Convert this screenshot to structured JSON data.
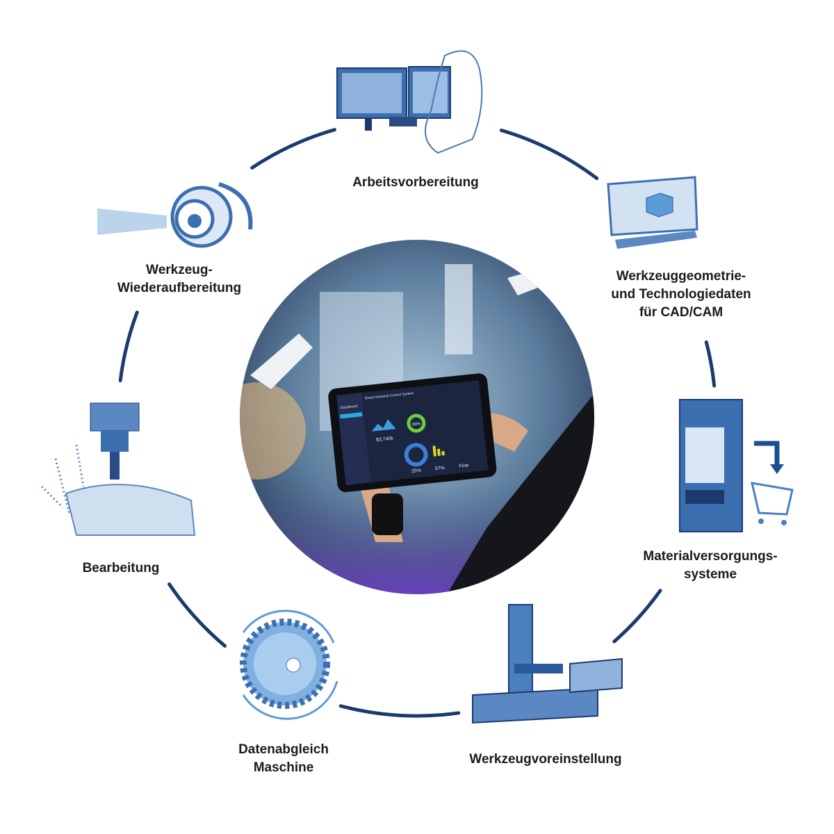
{
  "colors": {
    "ring": "#1c3a6e",
    "icon_blue": "#3c6fb0",
    "icon_light": "#a9c4e6"
  },
  "stages": [
    {
      "id": "arbeitsvorbereitung",
      "lines": [
        "Arbeitsvorbereitung"
      ],
      "icon": "workstation-monitors-icon"
    },
    {
      "id": "werkzeuggeometrie",
      "lines": [
        "Werkzeuggeometrie-",
        "und Technologiedaten",
        "für CAD/CAM"
      ],
      "icon": "cad-monitor-cube-icon"
    },
    {
      "id": "materialversorgung",
      "lines": [
        "Materialversorgungs-",
        "systeme"
      ],
      "icon": "vending-machine-cart-icon"
    },
    {
      "id": "werkzeugvoreinstellung",
      "lines": [
        "Werkzeugvoreinstellung"
      ],
      "icon": "presetting-machine-icon"
    },
    {
      "id": "datenabgleich",
      "lines": [
        "Datenabgleich",
        "Maschine"
      ],
      "icon": "gear-sync-icon"
    },
    {
      "id": "bearbeitung",
      "lines": [
        "Bearbeitung"
      ],
      "icon": "milling-spindle-icon"
    },
    {
      "id": "wiederaufbereitung",
      "lines": [
        "Werkzeug-",
        "Wiederaufbereitung"
      ],
      "icon": "tool-regrinding-icon"
    }
  ],
  "center_photo": {
    "tablet_title": "Smart Industrial Control System",
    "tablet_sidebar_title": "Dashboard",
    "tablet_values": [
      "$3,740k",
      "99%",
      "25%",
      "67%",
      "Fine"
    ]
  }
}
